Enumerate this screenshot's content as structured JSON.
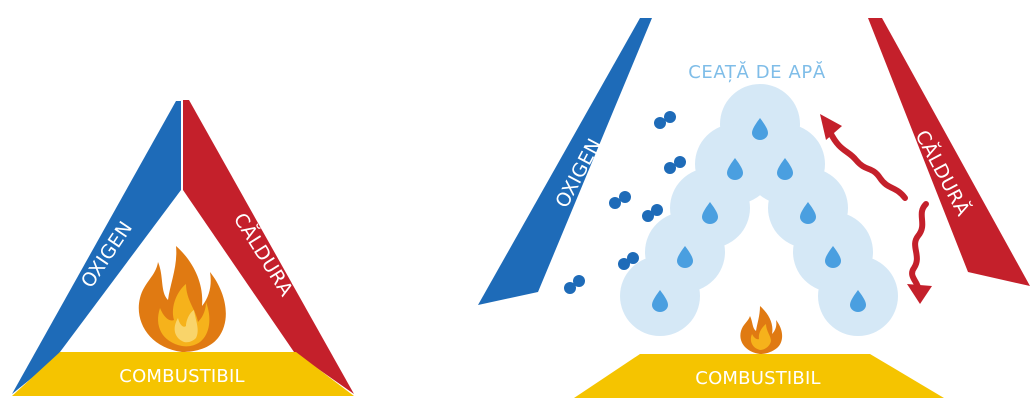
{
  "left_diagram": {
    "oxygen_label": "OXIGEN",
    "heat_label": "CĂLDURĂ",
    "fuel_label": "COMBUSTIBIL"
  },
  "right_diagram": {
    "mist_label": "CEAȚĂ DE APĂ",
    "oxygen_label": "OXIGEN",
    "heat_label": "CĂLDURĂ",
    "fuel_label": "COMBUSTIBIL"
  },
  "colors": {
    "oxygen": "#1e6bb8",
    "heat": "#c4202b",
    "fuel": "#f5c400",
    "flame_outer": "#e07a12",
    "flame_inner": "#f6b21b",
    "mist_circle": "#d3e7f6",
    "droplet": "#4a9fe0",
    "oxygen_molecule": "#1e6bb8"
  }
}
